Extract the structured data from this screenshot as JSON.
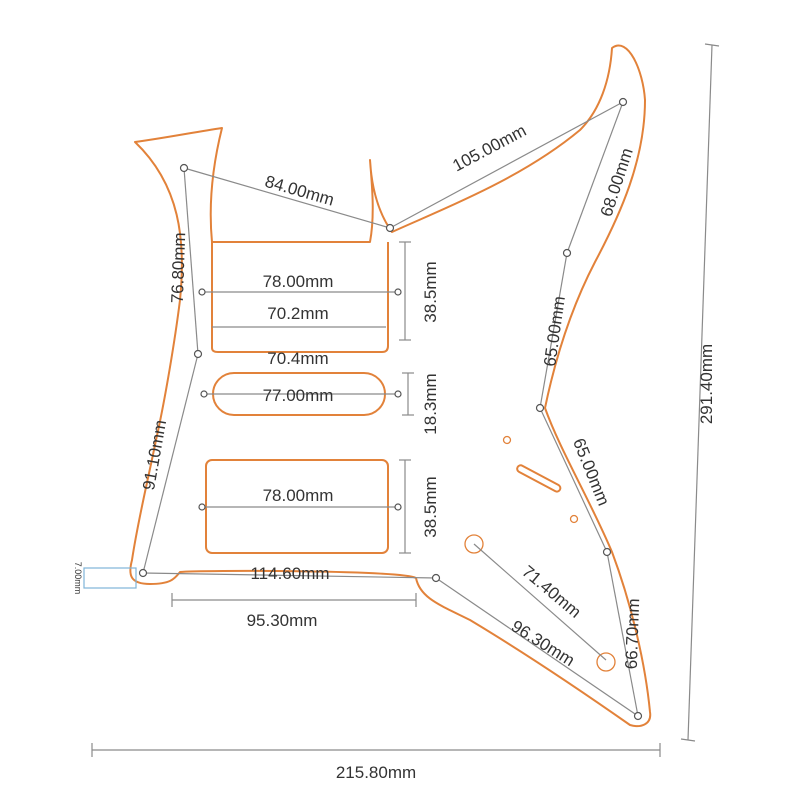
{
  "labels": {
    "d84": "84.00mm",
    "d105": "105.00mm",
    "d76_8": "76.80mm",
    "d68": "68.00mm",
    "d78_top": "78.00mm",
    "d70_2": "70.2mm",
    "d38_5_top": "38.5mm",
    "d65_upper": "65.00mm",
    "d70_4": "70.4mm",
    "d77": "77.00mm",
    "d18_3": "18.3mm",
    "d91_1": "91.10mm",
    "d65_lower": "65.00mm",
    "d78_bottom": "78.00mm",
    "d38_5_bottom": "38.5mm",
    "d7": "7.00mm",
    "d114_6": "114.60mm",
    "d71_4": "71.40mm",
    "d95_3": "95.30mm",
    "d96_3": "96.30mm",
    "d66_7": "66.70mm",
    "d291_4": "291.40mm",
    "d215_8": "215.80mm"
  },
  "colors": {
    "outline": "#e2823a",
    "dimension": "#8a8a8a",
    "text": "#333333"
  }
}
